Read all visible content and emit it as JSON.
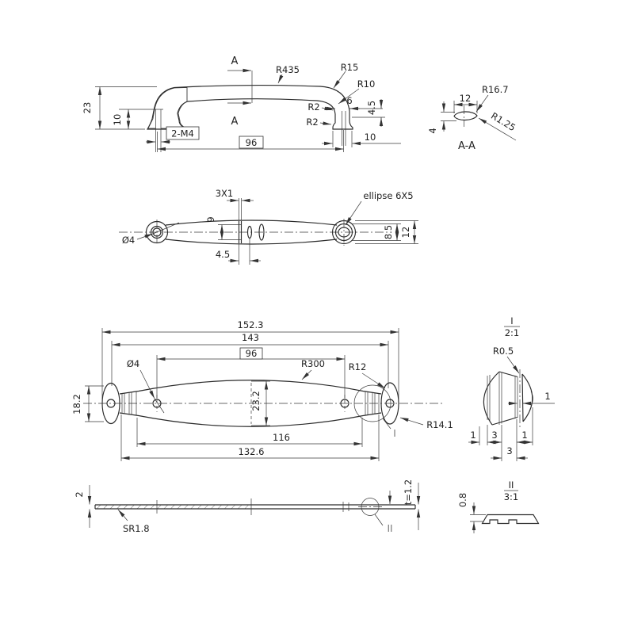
{
  "colors": {
    "background": "#ffffff",
    "line": "#2b2b2b",
    "dimension_text": "#222222",
    "detail_mark": "#777777"
  },
  "side_view": {
    "section_top": "A",
    "section_bottom": "A",
    "r435": "R435",
    "r15": "R15",
    "r10": "R10",
    "r2_upper": "R2",
    "r2_lower": "R2",
    "dim_23": "23",
    "dim_10_hole": "10",
    "thread": "2-M4",
    "dim_96": "96",
    "dim_6": "6",
    "dim_4_5": "4.5",
    "dim_10_leg": "10"
  },
  "section_aa": {
    "dim_12": "12",
    "r16_7": "R16.7",
    "r1_25": "R1.25",
    "dim_4": "4",
    "title": "A-A"
  },
  "plan_view": {
    "dim_3x1": "3X1",
    "dim_9": "9",
    "dim_dia4": "Ø4",
    "dim_4_5": "4.5",
    "ellipse_note": "ellipse 6X5",
    "dim_8_5": "8.5",
    "dim_12": "12"
  },
  "front_view": {
    "dim_152_3": "152.3",
    "dim_143": "143",
    "dim_96": "96",
    "dim_dia4": "Ø4",
    "r300": "R300",
    "r12": "R12",
    "dim_23_2": "23.2",
    "dim_18_2": "18.2",
    "dim_116": "116",
    "dim_132_6": "132.6",
    "r14_1": "R14.1",
    "detail_mark": "I"
  },
  "detail_i": {
    "mark": "I",
    "scale": "2:1",
    "r0_5": "R0.5",
    "dim_gap_1": "1",
    "dim_1a": "1",
    "dim_3a": "3",
    "dim_1b": "1",
    "dim_3b": "3"
  },
  "strip_view": {
    "dim_2": "2",
    "sr1_8": "SR1.8",
    "t_note": "t=1.2",
    "detail_mark": "II"
  },
  "detail_ii": {
    "mark": "II",
    "scale": "3:1",
    "dim_0_8": "0.8"
  }
}
